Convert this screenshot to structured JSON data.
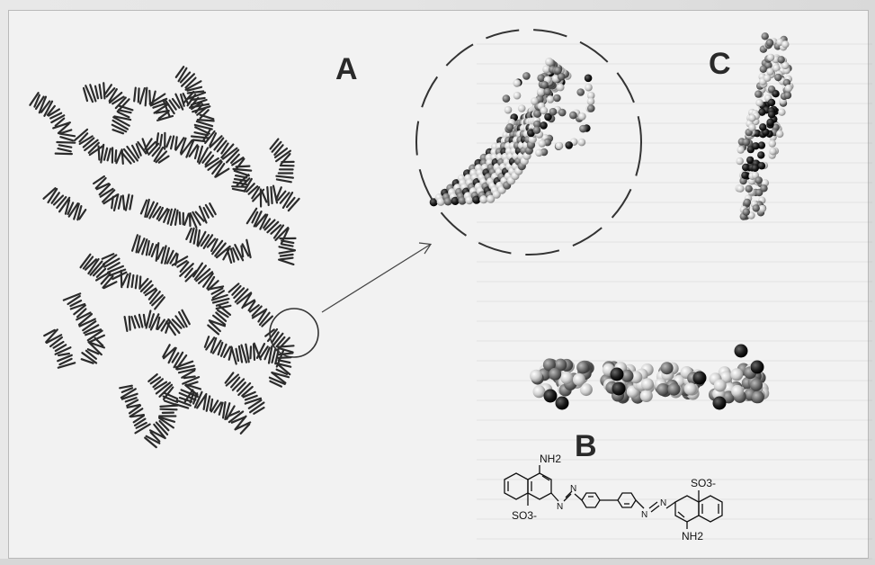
{
  "figure": {
    "panel_labels": {
      "a": "A",
      "b": "B",
      "c": "C"
    },
    "chemical_labels": {
      "amine_left": "NH2",
      "sulfonate_left": "SO3-",
      "sulfonate_right": "SO3-",
      "amine_right": "NH2",
      "azo_n": "N"
    },
    "colors": {
      "background": "#f2f2f2",
      "ink": "#2a2a2a",
      "atom_dark": "#1c1c1c",
      "atom_mid": "#6e6e6e",
      "atom_light": "#cfcfcf"
    }
  }
}
